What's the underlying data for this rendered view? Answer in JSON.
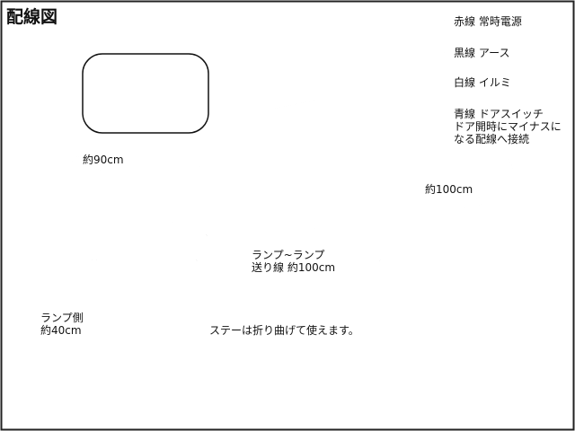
{
  "title": "配線図",
  "wires": [
    {
      "label": "赤線 常時電源"
    },
    {
      "label": "黒線 アース"
    },
    {
      "label": "白線 イルミ"
    },
    {
      "label": "青線 ドアスイッチ",
      "note_lines": [
        "ドア開時にマイナスに",
        "なる配線へ接続"
      ]
    }
  ],
  "lengths": {
    "main_loop": "約90cm",
    "to_lamps": "約100cm",
    "lamp_to_lamp_1": "ランプ~ランプ",
    "lamp_to_lamp_2": "送り線 約100cm",
    "lamp_side_1": "ランプ側",
    "lamp_side_2": "約40cm"
  },
  "stay_note": "ステーは折り曲げて使えます。"
}
